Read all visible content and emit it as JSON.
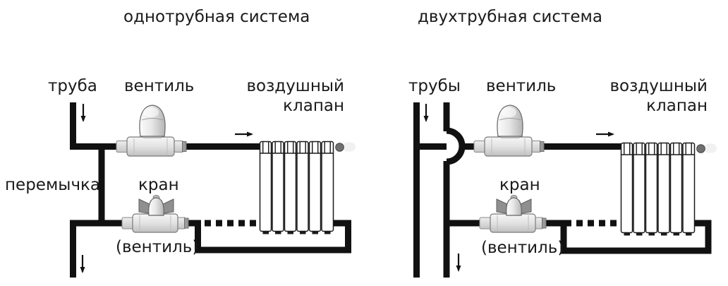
{
  "titles": {
    "left": "однотрубная система",
    "right": "двухтрубная система"
  },
  "left_diagram": {
    "name": "one-pipe heating system",
    "labels": {
      "pipe": "труба",
      "valve": "вентиль",
      "air_valve_line1": "воздушный",
      "air_valve_line2": "клапан",
      "bypass": "перемычка",
      "tap": "кран",
      "tap_alt": "(вентиль)"
    }
  },
  "right_diagram": {
    "name": "two-pipe heating system",
    "labels": {
      "pipes": "трубы",
      "valve": "вентиль",
      "air_valve_line1": "воздушный",
      "air_valve_line2": "клапан",
      "tap": "кран",
      "tap_alt": "(вентиль)"
    }
  },
  "icons": {
    "thermostatic_valve": "valve-with-round-head-icon",
    "ball_tap": "tap-with-butterfly-handle-icon",
    "radiator": "radiator-6-sections-icon",
    "air_valve": "air-valve-icon",
    "flow_arrow": "flow-direction-arrow-icon"
  },
  "colors": {
    "line": "#111111",
    "text": "#1a1a1a",
    "valve_body_light": "#efefef",
    "valve_body_dark": "#bfbfbf",
    "valve_fitting": "#d9d9d9",
    "handle_wing": "#8f8f8f",
    "air_valve": "#6f6f6f"
  }
}
